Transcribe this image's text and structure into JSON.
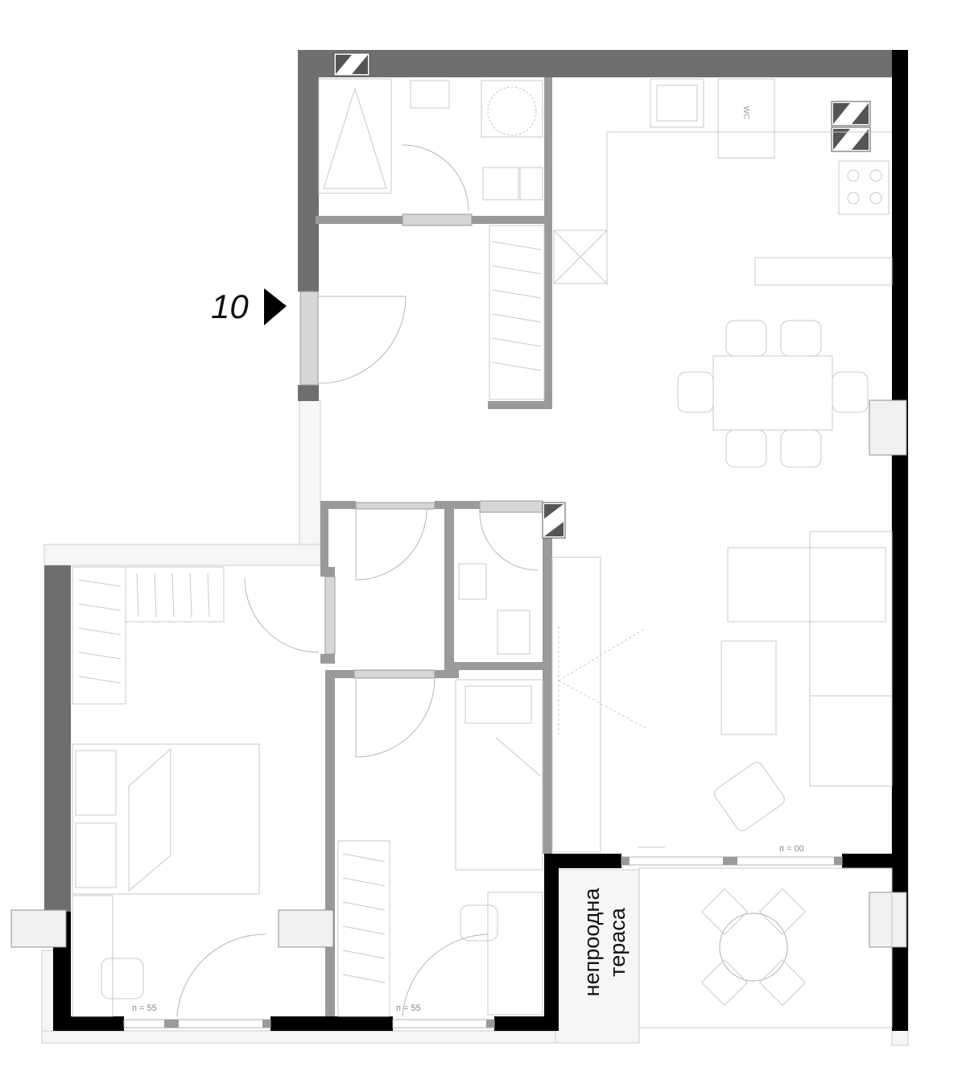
{
  "plan": {
    "unit_number": "10",
    "balcony_sill": "п = 00",
    "bedroom_sill": "п = 55",
    "room_sill": "п = 55",
    "wc_label": "WC",
    "terrace_line1": "непроодна",
    "terrace_line2": "тераса"
  },
  "colors": {
    "exterior_wall": "#000000",
    "structural_wall": "#6e6e6e",
    "partition_wall": "#9a9a9a",
    "door_panel": "#d6d6d6",
    "furniture_line": "#c8c8c8",
    "background": "#ffffff"
  },
  "icons": {
    "unit_entry_marker": "triangle-arrow-icon",
    "ventilation_shafts": "shaft-icon"
  }
}
